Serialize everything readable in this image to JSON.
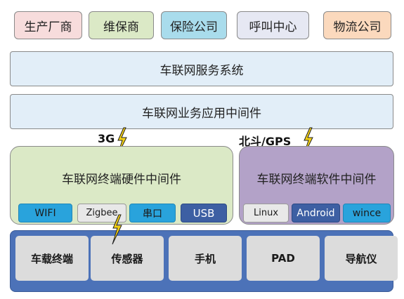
{
  "stakeholders": [
    "生产厂商",
    "维保商",
    "保险公司",
    "呼叫中心",
    "物流公司"
  ],
  "service_system": "车联网服务系统",
  "app_middleware": "车联网业务应用中间件",
  "connections": {
    "cellular": "3G",
    "positioning": "北斗/GPS"
  },
  "hardware_middleware": {
    "title": "车联网终端硬件中间件",
    "modules": [
      "WIFI",
      "Zigbee",
      "串口",
      "USB"
    ]
  },
  "software_middleware": {
    "title": "车联网终端软件中间件",
    "modules": [
      "Linux",
      "Android",
      "wince"
    ]
  },
  "devices": [
    "车载终端",
    "传感器",
    "手机",
    "PAD",
    "导航仪"
  ],
  "colors": {
    "bolt": "#f5d214",
    "device_panel": "#4c72b8",
    "module_blue": "#29a3dc",
    "module_navy": "#3d5fa3"
  }
}
